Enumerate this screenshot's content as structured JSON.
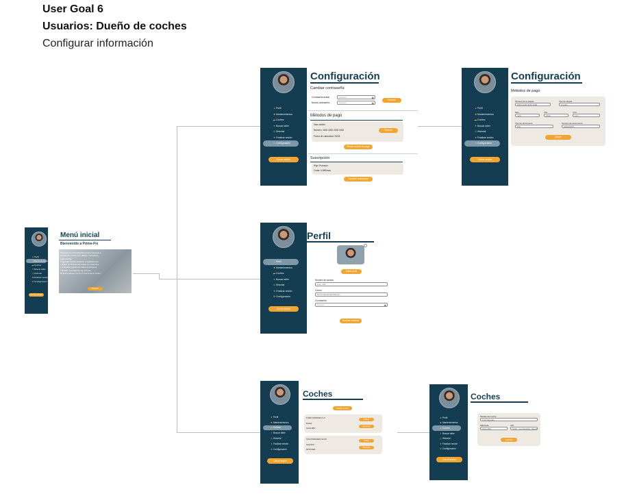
{
  "header": {
    "goal": "User Goal 6",
    "users": "Usuarios: Dueño de coches",
    "task": "Configurar información"
  },
  "menu": {
    "title": "Menú inicial",
    "welcome": "Bienvenido a Prime-Fix",
    "nav": [
      "Perfil",
      "Mantenimientos",
      "Coches",
      "Buscar taller",
      "Historial",
      "Finalizar sesión",
      "Configuración"
    ],
    "logout": "Cerrar sesión",
    "banner_lines": [
      "Prime-Fix es una plataforma para conectar a",
      "dueños de coches con talleres mecánicos.",
      "Aquí podrás:",
      "• Agendar mantenimientos y reparaciones",
      "• Llevar un historial de todos tus vehículos",
      "• Comparar precios de talleres cercanos",
      "• Recibir recordatorios de servicio",
      "Empieza ahora y lleva el control de tu coche."
    ],
    "banner_button": "Buscar"
  },
  "config1": {
    "title": "Configuración",
    "nav": [
      "Perfil",
      "Mantenimientos",
      "Coches",
      "Buscar taller",
      "Historial",
      "Finalizar sesión",
      "Configuración"
    ],
    "logout": "Cerrar sesión",
    "pw_section": "Cambiar contraseña",
    "pw_current_label": "Contraseña actual",
    "pw_new_label": "Nueva contraseña",
    "pw_placeholder": "••••••••••",
    "pw_button": "Guardar",
    "pay_section": "Métodos de pago",
    "card_title": "Visa crédito",
    "card_number": "Número: 4000 0000 0000 0000",
    "card_expiry": "Fecha de caducidad: 05/26",
    "card_button": "Eliminar",
    "add_pay": "Añadir método de pago",
    "sub_section": "Suscripción",
    "plan": "Plan: Premium",
    "cost": "Coste: 9,99€/mes",
    "cancel_sub": "Cancelar suscripción"
  },
  "config2": {
    "title": "Configuración",
    "nav": [
      "Perfil",
      "Mantenimientos",
      "Coches",
      "Buscar taller",
      "Historial",
      "Finalizar sesión",
      "Configuración"
    ],
    "logout": "Cerrar sesión",
    "section": "Métodos de pago",
    "card_number_label": "Número de la tarjeta",
    "card_number": "0000 0000 0000 0000",
    "card_type_label": "Tipo de tarjeta",
    "card_type": "Crédito",
    "month_label": "Mes",
    "month": "Julio",
    "year_label": "Año",
    "year": "2029",
    "cvv_label": "CVV",
    "cvv": "123",
    "doc_type_label": "Tipo de documento",
    "doc_type": "DNI",
    "doc_number_label": "Número de documento",
    "doc_number": "00000000X",
    "button": "Añadir"
  },
  "profile": {
    "title": "Perfil",
    "nav": [
      "Perfil",
      "Mantenimientos",
      "Coches",
      "Buscar taller",
      "Historial",
      "Finalizar sesión",
      "Configuración"
    ],
    "logout": "Cerrar sesión",
    "change_photo": "Editar perfil",
    "username_label": "Nombre de usuario",
    "username": "Luis_123",
    "email_label": "Correo",
    "email": "luis.fernandez@mail.com",
    "password_label": "Contraseña",
    "password": "••••••••••",
    "save": "Guardar cambios"
  },
  "cars1": {
    "title": "Coches",
    "nav": [
      "Perfil",
      "Mantenimientos",
      "Coches",
      "Buscar taller",
      "Historial",
      "Finalizar sesión",
      "Configuración"
    ],
    "logout": "Cerrar sesión",
    "add": "Añadir coche",
    "cars": [
      {
        "name": "FORD MONDEO 2.0",
        "fuel": "Diésel",
        "plate": "1234 ABC",
        "b1": "Editar",
        "b2": "Eliminar"
      },
      {
        "name": "VOLKSWAGEN GOLF",
        "fuel": "Gasolina",
        "plate": "5678 DEF",
        "b1": "Editar",
        "b2": "Eliminar"
      }
    ]
  },
  "cars2": {
    "title": "Coches",
    "nav": [
      "Perfil",
      "Mantenimientos",
      "Coches",
      "Buscar taller",
      "Historial",
      "Finalizar sesión",
      "Configuración"
    ],
    "logout": "Cerrar sesión",
    "model_label": "Modelo del coche",
    "model": "Ford Mondeo",
    "year_label": "Año",
    "year": "2018",
    "plate_label": "Matrícula",
    "plate": "1234 ABC",
    "fuel_label": "Combustible",
    "fuel": "Diésel",
    "button": "Guardar"
  },
  "colors": {
    "sidebar": "#143d52",
    "accent": "#f2a531",
    "panel": "#efe9e3"
  }
}
